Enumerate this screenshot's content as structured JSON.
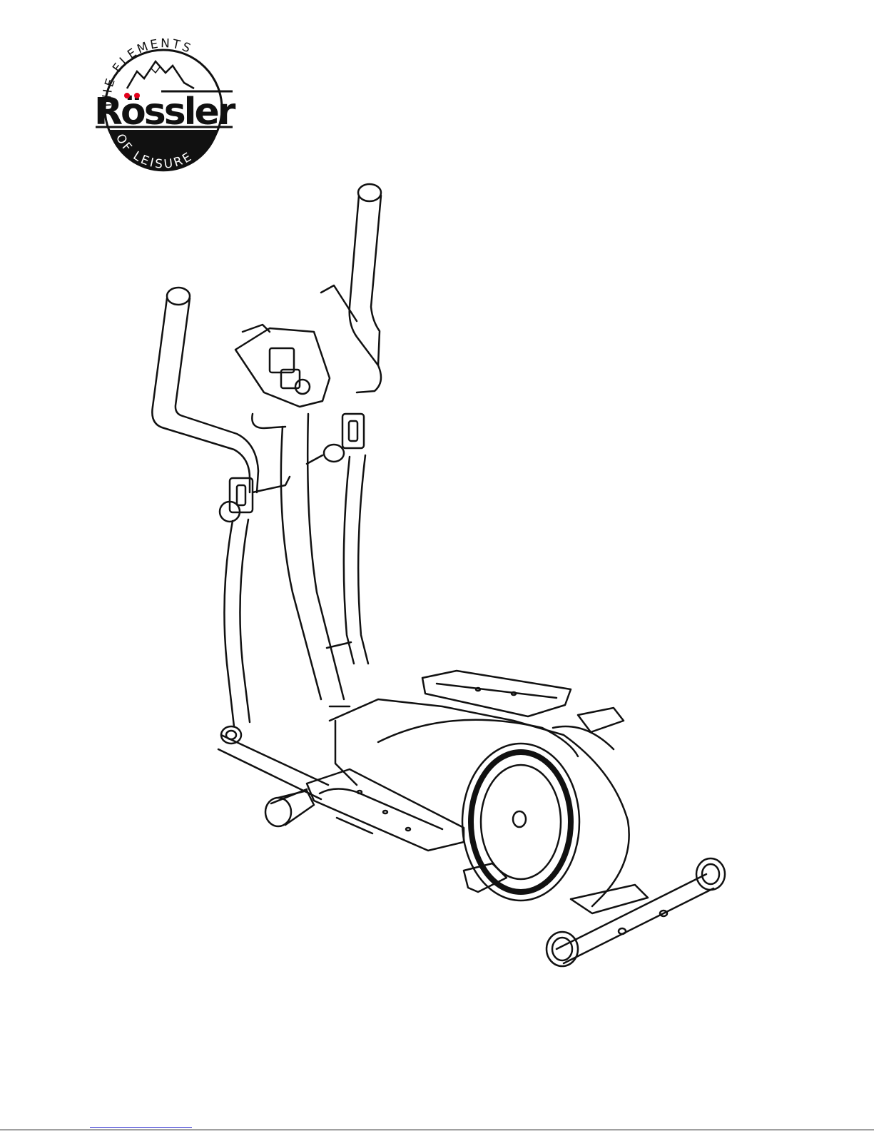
{
  "logo": {
    "arc_top": "THE ELEMENTS",
    "wordmark": "Rössler",
    "arc_bottom": "OF LEISURE",
    "accent_color": "#e3001b",
    "ink_color": "#111111"
  },
  "illustration": {
    "icon": "elliptical-cross-trainer-icon"
  }
}
